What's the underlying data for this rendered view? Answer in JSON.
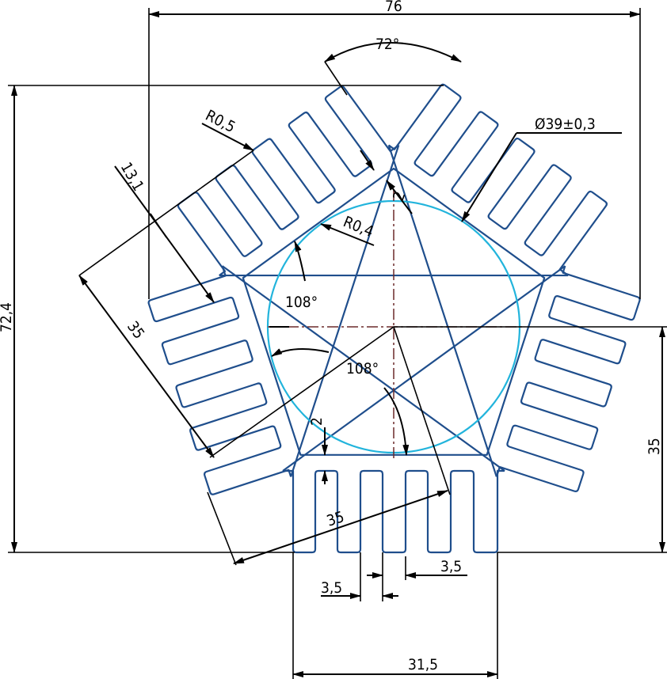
{
  "drawing": {
    "colors": {
      "part_outline": "#1f4e8c",
      "bore_circle": "#22b4dc",
      "center_line": "#6b2a2a",
      "dimension": "#000000"
    },
    "dimensions": {
      "overall_width": "76",
      "overall_height": "72,4",
      "fin_angle": "72°",
      "bore_diameter": "Ø39±0,3",
      "fin_radius": "R0,5",
      "inner_radius": "R0,4",
      "fin_length": "13,1",
      "arm_width_left": "35",
      "arm_width_bottom": "35",
      "center_height": "35",
      "inner_angle_1": "108°",
      "inner_angle_2": "108°",
      "wall_top": "2",
      "wall_bottom": "2",
      "fin_pitch_1": "3,5",
      "fin_pitch_2": "3,5",
      "base_width": "31,5"
    }
  }
}
